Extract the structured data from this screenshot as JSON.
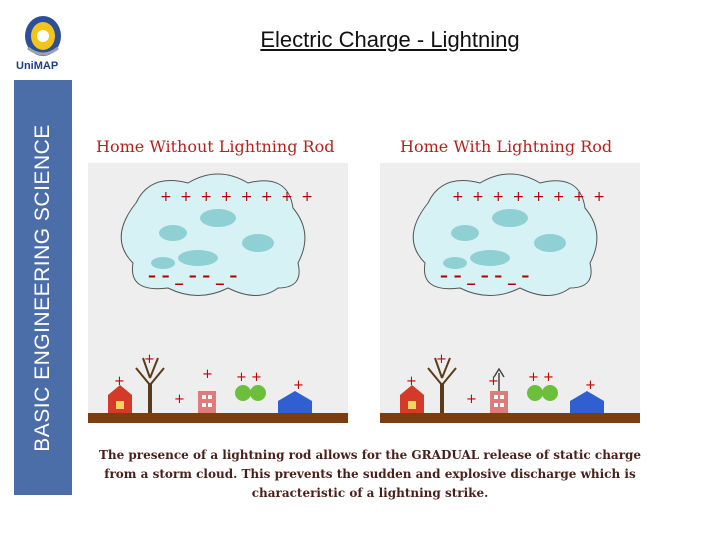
{
  "slide": {
    "title": "Electric Charge - Lightning",
    "sidebar_text": "BASIC ENGINEERING SCIENCE",
    "logo_text": "UniMAP"
  },
  "panels": [
    {
      "title": "Home Without Lightning Rod",
      "has_rod": false
    },
    {
      "title": "Home With Lightning Rod",
      "has_rod": true
    }
  ],
  "charges": {
    "positive": "+",
    "negative": "-"
  },
  "caption": {
    "line1": "The presence of a lightning rod allows for the GRADUAL release of static charge",
    "line2": "from a storm cloud. This prevents the sudden and explosive discharge which is",
    "line3": "characteristic of a lightning strike."
  },
  "colors": {
    "sidebar": "#4b6ea8",
    "panel_title": "#b5221d",
    "cloud": "#d7f2f4",
    "ground": "#7a3e10"
  }
}
